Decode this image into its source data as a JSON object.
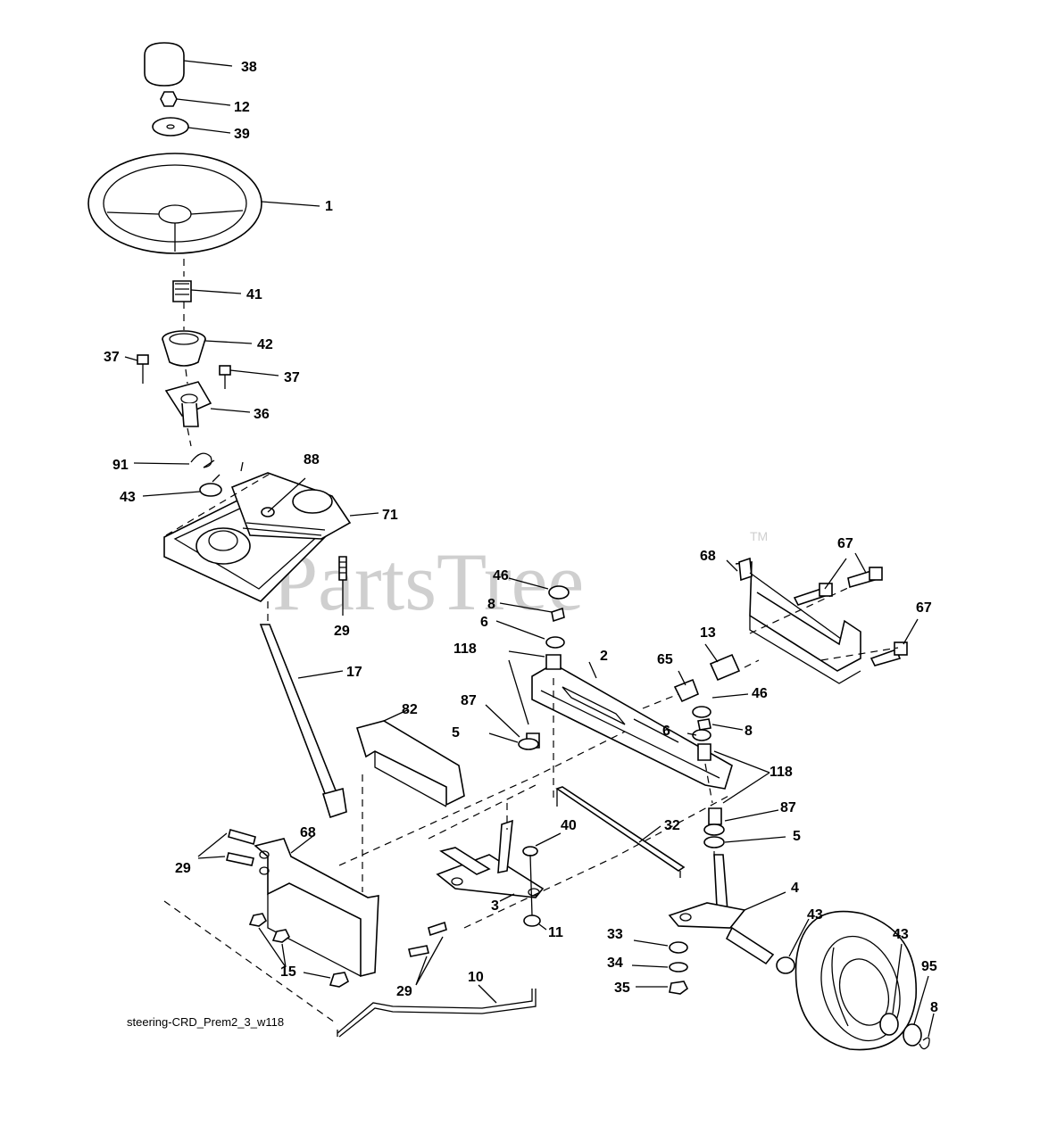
{
  "diagram": {
    "caption": "steering-CRD_Prem2_3_w118",
    "watermark": "PartsTree",
    "trademark": "TM",
    "callouts": [
      "38",
      "12",
      "39",
      "1",
      "41",
      "42",
      "37",
      "37",
      "36",
      "91",
      "43",
      "88",
      "71",
      "29",
      "17",
      "46",
      "8",
      "6",
      "118",
      "2",
      "65",
      "13",
      "68",
      "67",
      "67",
      "46",
      "8",
      "6",
      "87",
      "5",
      "82",
      "118",
      "87",
      "5",
      "32",
      "40",
      "68",
      "29",
      "3",
      "11",
      "4",
      "43",
      "33",
      "34",
      "35",
      "15",
      "29",
      "10",
      "43",
      "95",
      "8"
    ]
  }
}
